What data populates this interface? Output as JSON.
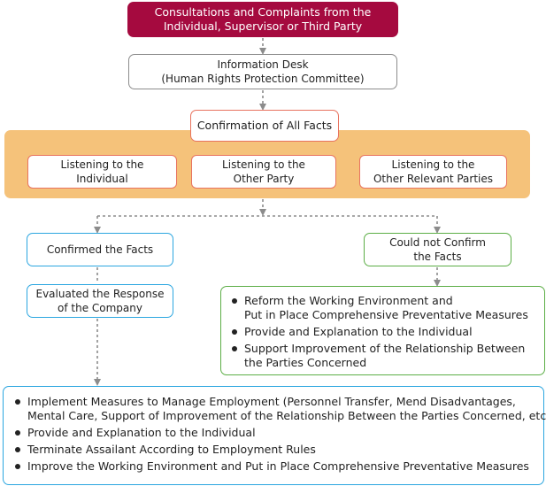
{
  "top_box": [
    "Consultations and Complaints from the",
    "Individual, Supervisor or Third Party"
  ],
  "info_desk": [
    "Information Desk",
    "(Human Rights Protection Committee)"
  ],
  "confirmation": "Confirmation of All Facts",
  "listening": [
    [
      "Listening to the",
      "Individual"
    ],
    [
      "Listening to the",
      "Other Party"
    ],
    [
      "Listening to the",
      "Other Relevant Parties"
    ]
  ],
  "confirmed": "Confirmed the Facts",
  "not_confirmed": [
    "Could not Confirm",
    "the Facts"
  ],
  "evaluated": [
    "Evaluated the Response",
    "of the Company"
  ],
  "not_confirmed_actions": [
    [
      "Reform the Working Environment and",
      "Put in Place Comprehensive Preventative Measures"
    ],
    [
      "Provide and Explanation to the Individual"
    ],
    [
      "Support Improvement of the Relationship Between",
      "the Parties Concerned"
    ]
  ],
  "confirmed_actions": [
    [
      "Implement Measures to Manage Employment (Personnel Transfer, Mend Disadvantages,",
      "Mental Care, Support of Improvement of the Relationship Between the Parties Concerned, etc.)"
    ],
    [
      "Provide and Explanation to the Individual"
    ],
    [
      "Terminate Assailant According to Employment Rules"
    ],
    [
      "Improve the Working Environment and Put in Place Comprehensive Preventative Measures"
    ]
  ]
}
